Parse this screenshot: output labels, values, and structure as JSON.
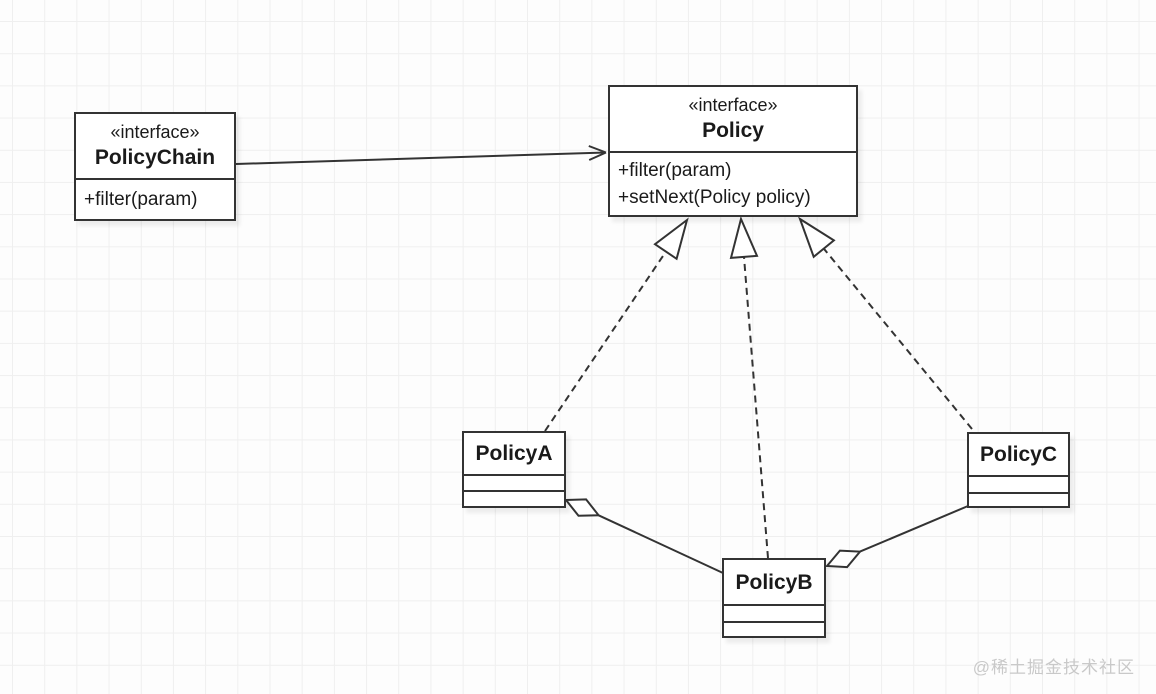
{
  "diagram": {
    "type": "uml-class-diagram",
    "watermark": "@稀土掘金技术社区",
    "classes": [
      {
        "stereotype": "«interface»",
        "name": "PolicyChain",
        "methods": [
          "+filter(param)"
        ]
      },
      {
        "stereotype": "«interface»",
        "name": "Policy",
        "methods": [
          "+filter(param)",
          "+setNext(Policy policy)"
        ]
      },
      {
        "name": "PolicyA",
        "methods": []
      },
      {
        "name": "PolicyB",
        "methods": []
      },
      {
        "name": "PolicyC",
        "methods": []
      }
    ],
    "relations": [
      {
        "from": "PolicyChain",
        "to": "Policy",
        "type": "directed-association",
        "line": "solid",
        "head": "open-arrow"
      },
      {
        "from": "PolicyA",
        "to": "Policy",
        "type": "realization",
        "line": "dashed",
        "head": "hollow-triangle"
      },
      {
        "from": "PolicyB",
        "to": "Policy",
        "type": "realization",
        "line": "dashed",
        "head": "hollow-triangle"
      },
      {
        "from": "PolicyC",
        "to": "Policy",
        "type": "realization",
        "line": "dashed",
        "head": "hollow-triangle"
      },
      {
        "from": "PolicyB",
        "to": "PolicyA",
        "type": "aggregation",
        "line": "solid",
        "head": "hollow-diamond-at-PolicyA"
      },
      {
        "from": "PolicyC",
        "to": "PolicyB",
        "type": "aggregation",
        "line": "solid",
        "head": "hollow-diamond-at-PolicyB"
      }
    ]
  }
}
